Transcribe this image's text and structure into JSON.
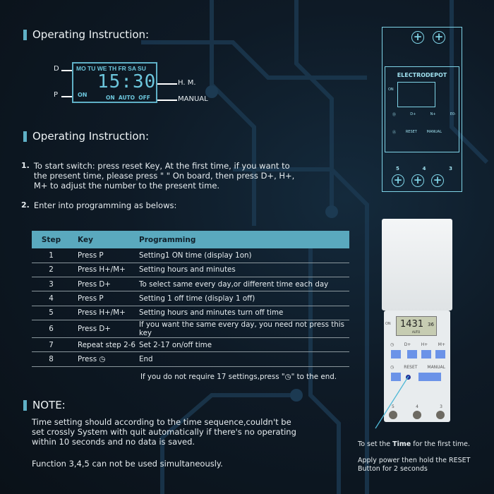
{
  "headings": {
    "first": "Operating Instruction:",
    "second": "Operating Instruction:",
    "note": "NOTE:"
  },
  "display": {
    "days": "MO TU WE TH FR SA SU",
    "time": "15:30",
    "program": "ON",
    "modes": "ON  AUTO  OFF",
    "labels": {
      "d": "D",
      "p": "P",
      "hm": "H. M.",
      "manual": "MANUAL"
    }
  },
  "steps": [
    {
      "num": "1.",
      "text": "To start switch: press reset Key, At the first time, if you want to the present time, please press \"   \" On board, then press D+, H+, M+ to adjust the number to the present time."
    },
    {
      "num": "2.",
      "text": "Enter into programming as belows:"
    }
  ],
  "table": {
    "headers": [
      "Step",
      "Key",
      "Programming"
    ],
    "rows": [
      [
        "1",
        "Press P",
        "Setting1 ON time (display 1on)"
      ],
      [
        "2",
        "Press H+/M+",
        "Setting hours and minutes"
      ],
      [
        "3",
        "Press D+",
        "To select same every day,or different time each day"
      ],
      [
        "4",
        "Press P",
        "Setting 1 off time (display 1 off)"
      ],
      [
        "5",
        "Press H+/M+",
        "Setting hours and minutes turn off time"
      ],
      [
        "6",
        "Press D+",
        "If you want the same every day, you need not press this key"
      ],
      [
        "7",
        "Repeat step 2-6",
        "Set 2-17 on/off time"
      ],
      [
        "8",
        "Press ◷",
        "End"
      ]
    ],
    "footnote": "If you do not require 17 settings,press \"◷\" to the end."
  },
  "note": {
    "p1": "Time setting should according to the time sequence,couldn't be set crossly System with quit automatically if there's no operating within 10 seconds and no data is saved.",
    "p2": "Function 3,4,5 can not be used simultaneously."
  },
  "diagram": {
    "brand": "ELECTRODEPOT",
    "on": "ON",
    "buttons": [
      "Ⓓ",
      "D+",
      "N+",
      "E0-"
    ],
    "row2": [
      "Ⓐ",
      "RESET",
      "MANUAL"
    ],
    "terminals": [
      "5",
      "4",
      "3"
    ]
  },
  "photo": {
    "lcd": "1431",
    "sec": "36",
    "auto": "AUTO",
    "on": "ON",
    "buttons": [
      "◷",
      "D+",
      "H+",
      "M+"
    ],
    "row2": [
      "◷",
      "RESET",
      "MANUAL"
    ],
    "terminals": [
      "5",
      "4",
      "3"
    ]
  },
  "caption": {
    "pre": "To set the ",
    "bold": "Time",
    "post": " for the first time.",
    "line2": "Apply power then hold the RESET Button for 2 seconds"
  },
  "colors": {
    "accent": "#5aa9be",
    "button": "#6b93e8"
  }
}
